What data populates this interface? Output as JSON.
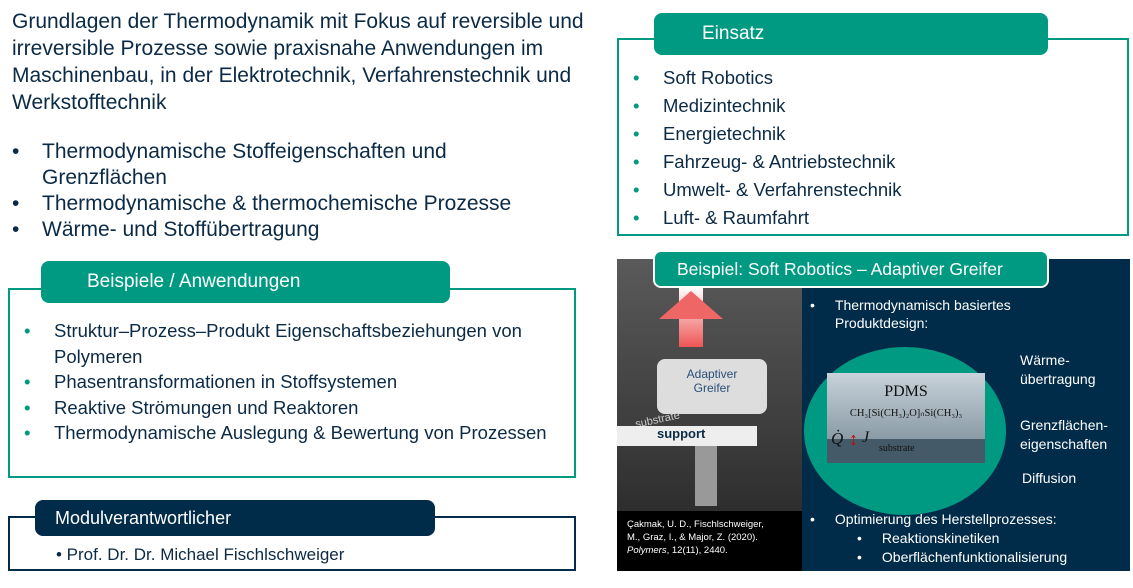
{
  "intro": "Grundlagen der Thermodynamik mit Fokus auf reversible und irreversible Prozesse sowie praxisnahe Anwendungen im Maschinenbau, in der Elektrotechnik, Verfahrenstechnik und Werkstofftechnik",
  "topics": [
    "Thermodynamische Stoffeigenschaften und Grenzflächen",
    "Thermodynamische & thermochemische Prozesse",
    "Wärme- und Stoffübertragung"
  ],
  "beispiele": {
    "title": "Beispiele / Anwendungen",
    "items": [
      "Struktur–Prozess–Produkt Eigenschaftsbeziehungen von Polymeren",
      "Phasentransformationen in Stoffsystemen",
      "Reaktive Strömungen und Reaktoren",
      "Thermodynamische Auslegung & Bewertung von Prozessen"
    ]
  },
  "modul": {
    "title": "Modulverantwortlicher",
    "person": "• Prof. Dr. Dr. Michael Fischlschweiger"
  },
  "einsatz": {
    "title": "Einsatz",
    "items": [
      "Soft Robotics",
      "Medizintechnik",
      "Energietechnik",
      "Fahrzeug- & Antriebstechnik",
      "Umwelt- & Verfahrenstechnik",
      "Luft- & Raumfahrt"
    ]
  },
  "example": {
    "title": "Beispiel: Soft Robotics – Adaptiver Greifer",
    "photo": {
      "gripper1": "Adaptiver",
      "gripper2": "Greifer",
      "substrate": "substrate",
      "support": "support"
    },
    "citation1": "Çakmak, U. D., Fischlschweiger,",
    "citation2": "M., Graz, I., & Major, Z. (2020).",
    "citation_journal": "Polymers",
    "citation_rest": ", 12(11), 2440.",
    "bullet1": "Thermodynamisch basiertes Produktdesign:",
    "pdms": "PDMS",
    "formula": "CH₃[Si(CH₃)₂O]ₙSi(CH₃)₃",
    "qdot": "Q̇",
    "j": "J",
    "layer_substrate": "substrate",
    "labels": [
      "Wärme-übertragung",
      "Grenzflächen-eigenschaften",
      "Diffusion"
    ],
    "bullet2": "Optimierung des Herstellprozesses:",
    "sub": [
      "Reaktionskinetiken",
      "Oberflächenfunktionalisierung"
    ]
  }
}
